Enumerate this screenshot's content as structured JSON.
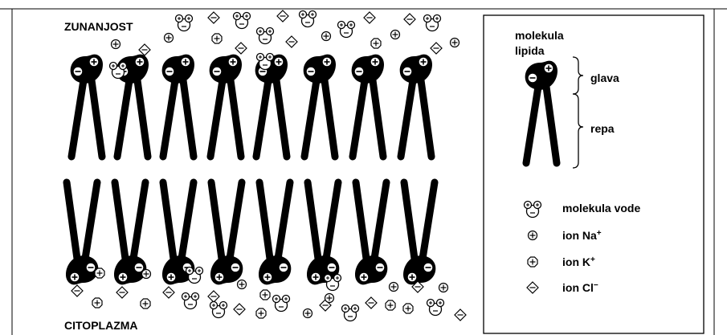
{
  "labels": {
    "outside": "ZUNANJOST",
    "cytoplasm": "CITOPLAZMA"
  },
  "legend": {
    "title_line1": "molekula",
    "title_line2": "lipida",
    "head": "glava",
    "tail": "repa",
    "water": "molekula vode",
    "na": "ion Na",
    "na_charge": "+",
    "k": "ion K",
    "k_charge": "+",
    "cl": "ion Cl",
    "cl_charge": "−"
  },
  "icons": {
    "na": "plus-circle-icon",
    "k": "plus-square-icon",
    "cl": "minus-diamond-icon",
    "water": "water-molecule-icon"
  }
}
